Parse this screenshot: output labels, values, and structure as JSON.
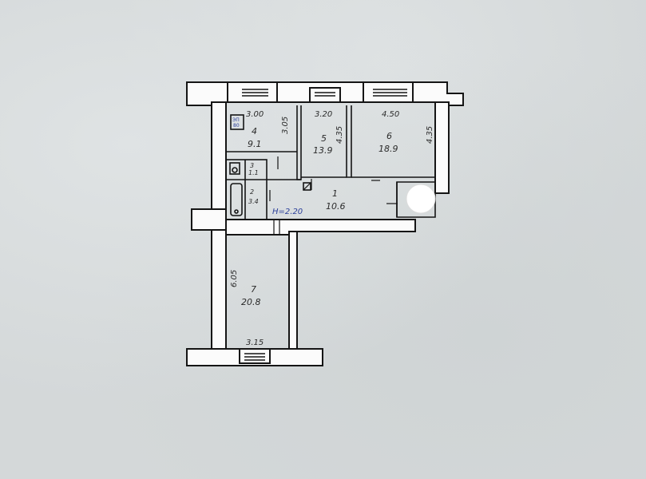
{
  "rooms": [
    {
      "id": "r1",
      "number": "1",
      "area": "10.6"
    },
    {
      "id": "r2",
      "number": "2",
      "area": "3.4"
    },
    {
      "id": "r3",
      "number": "3",
      "area": "1.1"
    },
    {
      "id": "r4",
      "number": "4",
      "area": "9.1"
    },
    {
      "id": "r5",
      "number": "5",
      "area": "13.9"
    },
    {
      "id": "r6",
      "number": "6",
      "area": "18.9"
    },
    {
      "id": "r7",
      "number": "7",
      "area": "20.8"
    }
  ],
  "dimensions": {
    "r4_width": "3.00",
    "r4_length": "3.05",
    "r5_width": "3.20",
    "r5_length": "4.35",
    "r6_width": "4.50",
    "r6_length": "4.35",
    "r7_width": "3.15",
    "r7_length": "6.05"
  },
  "ceiling_height": "H=2.20",
  "stove_label": "ЭП\n80",
  "colors": {
    "line": "#151515",
    "wall_fill": "#fbfbfb",
    "ink_blue": "#2b3f9a",
    "paper": "#d4d8d9"
  }
}
